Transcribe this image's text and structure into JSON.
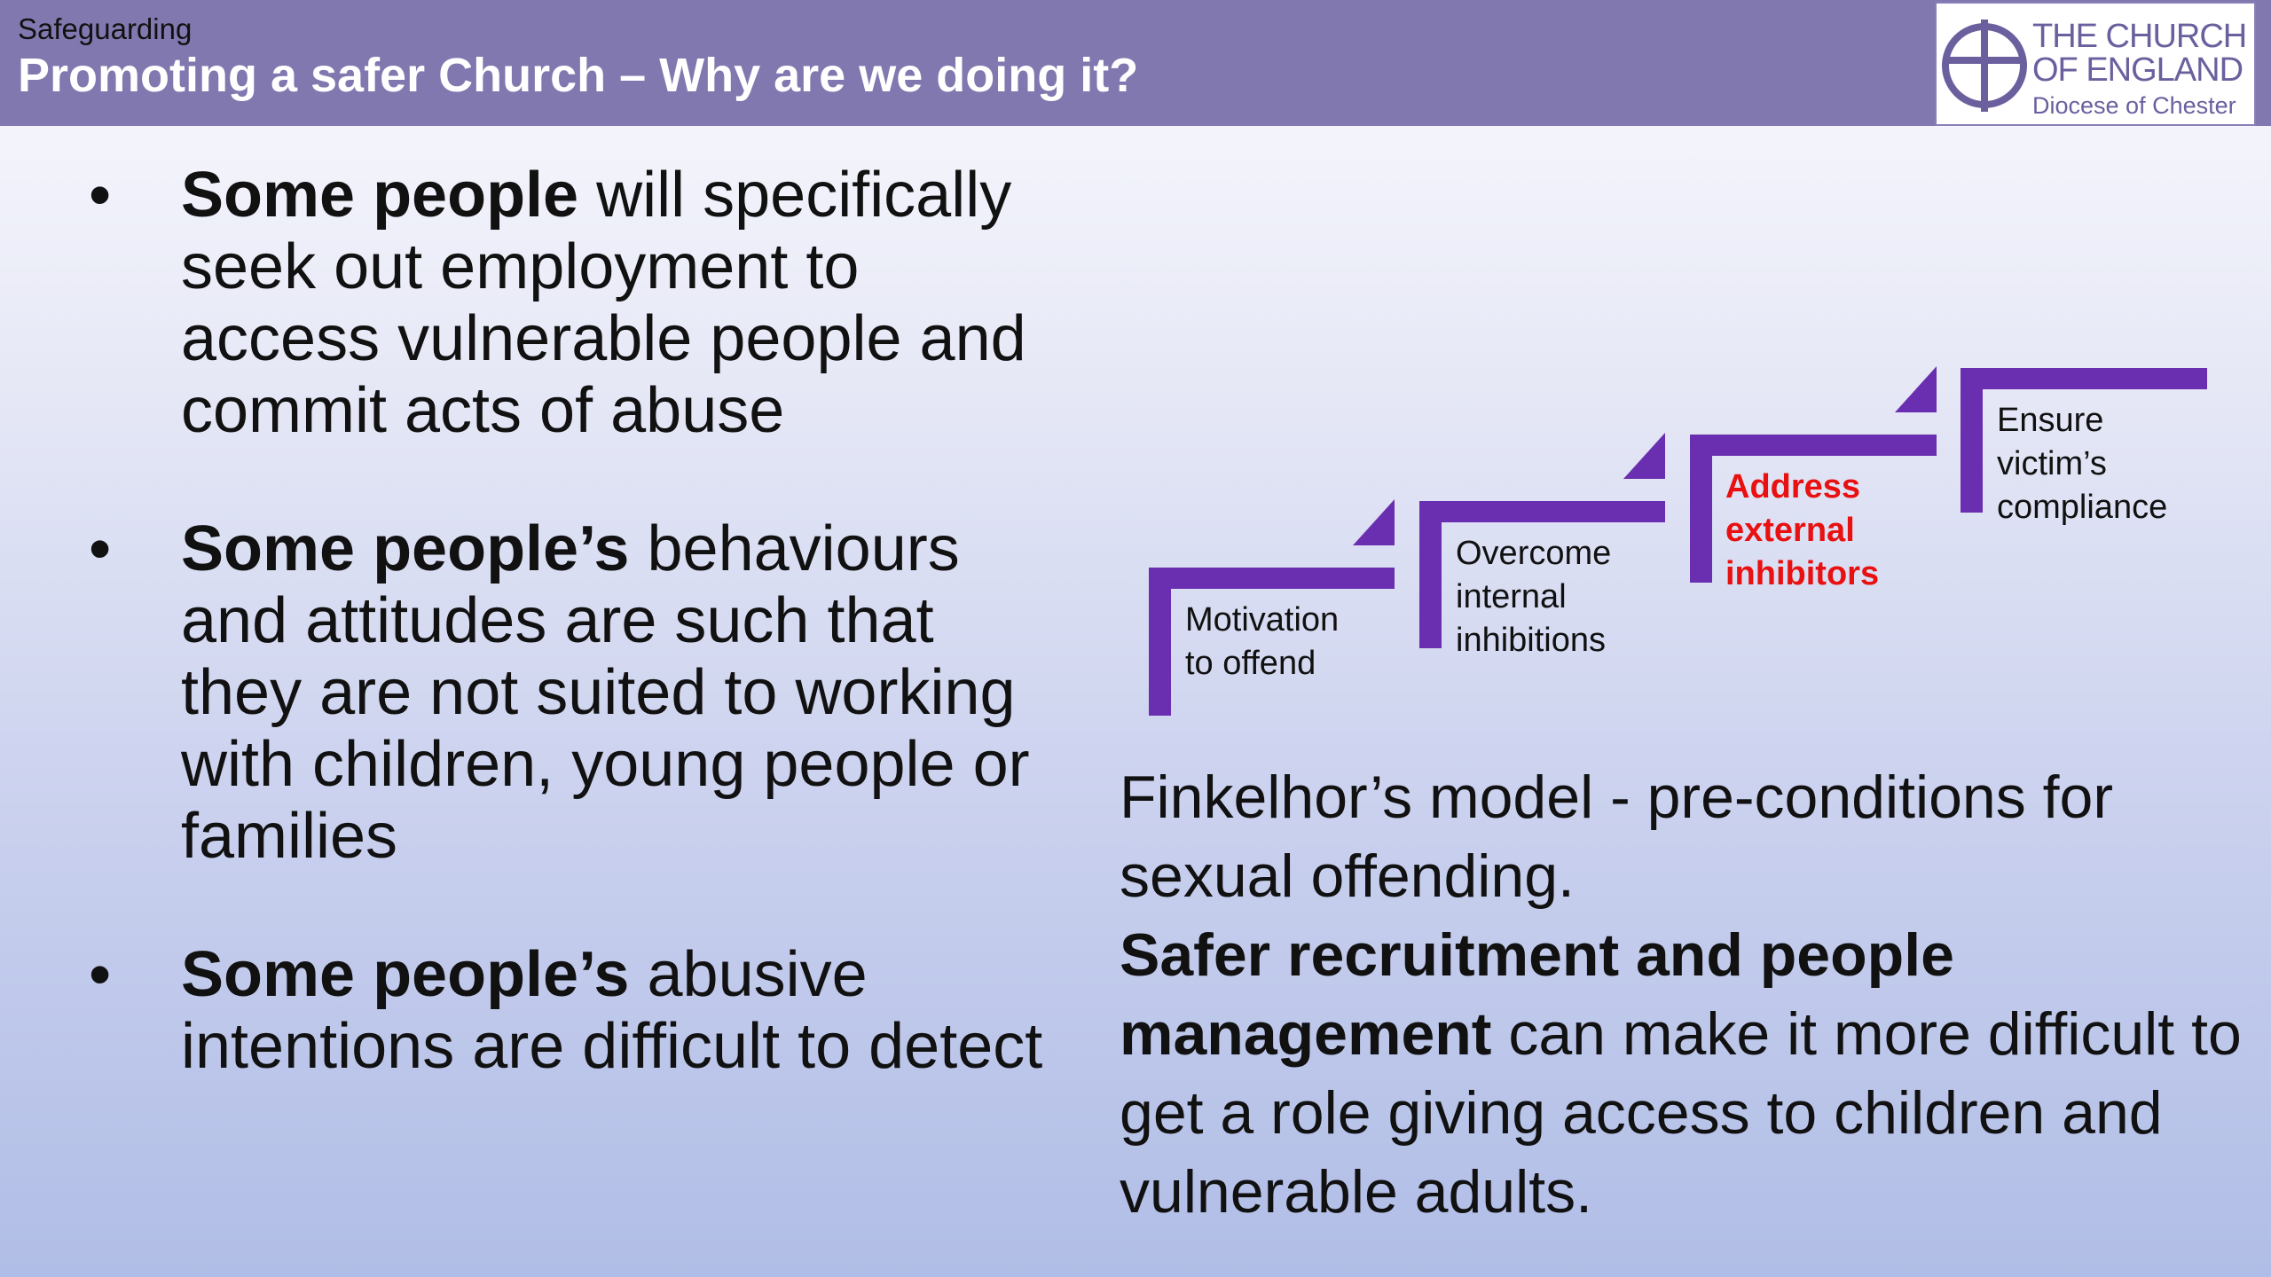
{
  "header": {
    "section": "Safeguarding",
    "title": "Promoting a safer Church – Why are we doing it?"
  },
  "logo": {
    "line1": "THE CHURCH",
    "line2": "OF ENGLAND",
    "line3": "Diocese of Chester",
    "icon": "cross-circle-icon",
    "color": "#6b5f9e"
  },
  "bullets": [
    {
      "bold": "Some people",
      "text": " will specifically seek out employment to access vulnerable people and commit acts of abuse"
    },
    {
      "bold": "Some people’s",
      "text": " behaviours and attitudes are such that they are not suited to working with children, young people or families"
    },
    {
      "bold": "Some people’s",
      "text": " abusive intentions are difficult to detect"
    }
  ],
  "steps": [
    {
      "label": "Motivation\nto offend",
      "highlight": false
    },
    {
      "label": "Overcome\ninternal\ninhibitions",
      "highlight": false
    },
    {
      "label": "Address\nexternal\ninhibitors",
      "highlight": true
    },
    {
      "label": "Ensure\nvictim’s\ncompliance",
      "highlight": false
    }
  ],
  "finkelhor": {
    "intro": "Finkelhor’s model - pre-conditions for sexual offending.",
    "bold": "Safer recruitment and people management",
    "rest": " can make it more difficult to get a role giving access to children and vulnerable adults."
  },
  "colors": {
    "header": "#8278b0",
    "step_purple": "#6a2fb0",
    "highlight": "#e81010"
  }
}
